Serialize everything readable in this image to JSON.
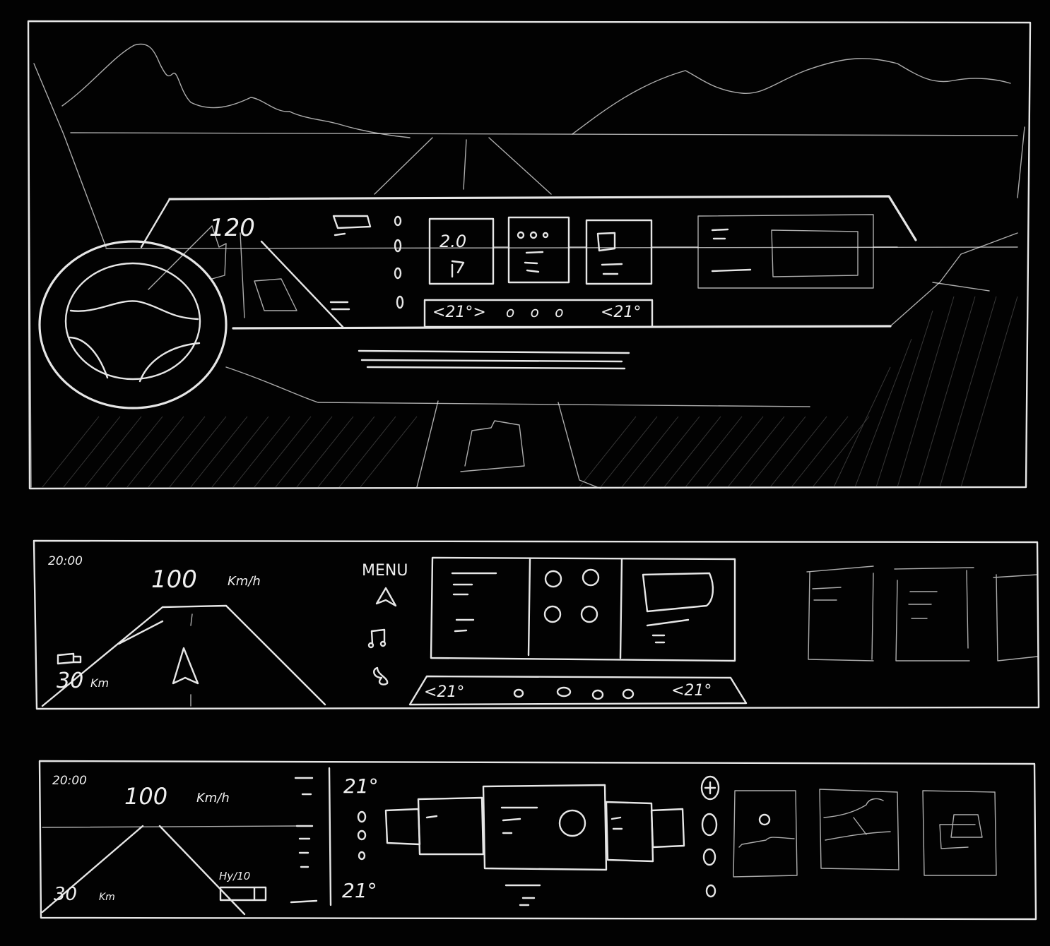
{
  "sketch": {
    "medium": "white pencil on black paper",
    "background": "#020202",
    "stroke_color": "#e6e6e6"
  },
  "scene_view": {
    "speed": "120",
    "nav_card": {
      "distance": "2.0",
      "icon": "turn-right-arrow"
    },
    "climate_bar": {
      "left_temp": "<21°>",
      "right_temp": "<21°",
      "dots": [
        "o",
        "o",
        "o"
      ]
    },
    "side_dots": [
      "o",
      "o",
      "o",
      "o"
    ]
  },
  "concept_a": {
    "time": "20:00",
    "speed": "100",
    "speed_unit": "Km/h",
    "range": "30",
    "range_unit": "Km",
    "menu_label": "MENU",
    "menu_icons": [
      "navigation-arrow",
      "music-note",
      "phone"
    ],
    "cards": [
      "list-card",
      "controls-card",
      "media-card"
    ],
    "side_cards": [
      "list-card",
      "list-card",
      "card"
    ],
    "climate_bar": {
      "left_temp": "<21°",
      "right_temp": "<21°",
      "dots": [
        "o",
        "o",
        "o",
        "o"
      ]
    }
  },
  "concept_b": {
    "time": "20:00",
    "speed": "100",
    "speed_unit": "Km/h",
    "range": "30",
    "range_unit": "Km",
    "battery_label": "Hy/10",
    "temp_top": "21°",
    "temp_bottom": "21°",
    "left_dots": [
      "o",
      "o",
      "o"
    ],
    "right_buttons": [
      "+",
      "o",
      "o",
      "o"
    ],
    "gallery": [
      "sun-landscape-card",
      "mountain-card",
      "window-card"
    ]
  }
}
